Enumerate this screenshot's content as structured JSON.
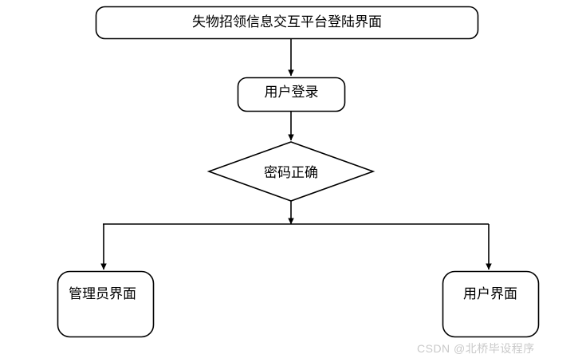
{
  "diagram": {
    "type": "flowchart",
    "background_color": "#ffffff",
    "stroke_color": "#000000",
    "nodes": {
      "title": {
        "label": "失物招领信息交互平台登陆界面",
        "shape": "rounded-rectangle"
      },
      "login": {
        "label": "用户登录",
        "shape": "rounded-rectangle"
      },
      "decision": {
        "label": "密码正确",
        "shape": "diamond"
      },
      "admin": {
        "label": "管理员界面",
        "shape": "rounded-rectangle"
      },
      "user": {
        "label": "用户界面",
        "shape": "rounded-rectangle"
      }
    },
    "edges": [
      {
        "from": "title",
        "to": "login",
        "label": ""
      },
      {
        "from": "login",
        "to": "decision",
        "label": ""
      },
      {
        "from": "decision",
        "to": "admin",
        "label": ""
      },
      {
        "from": "decision",
        "to": "user",
        "label": ""
      }
    ]
  },
  "watermark": {
    "text": "CSDN @北桥毕设程序",
    "color": "#c9c9c9"
  }
}
